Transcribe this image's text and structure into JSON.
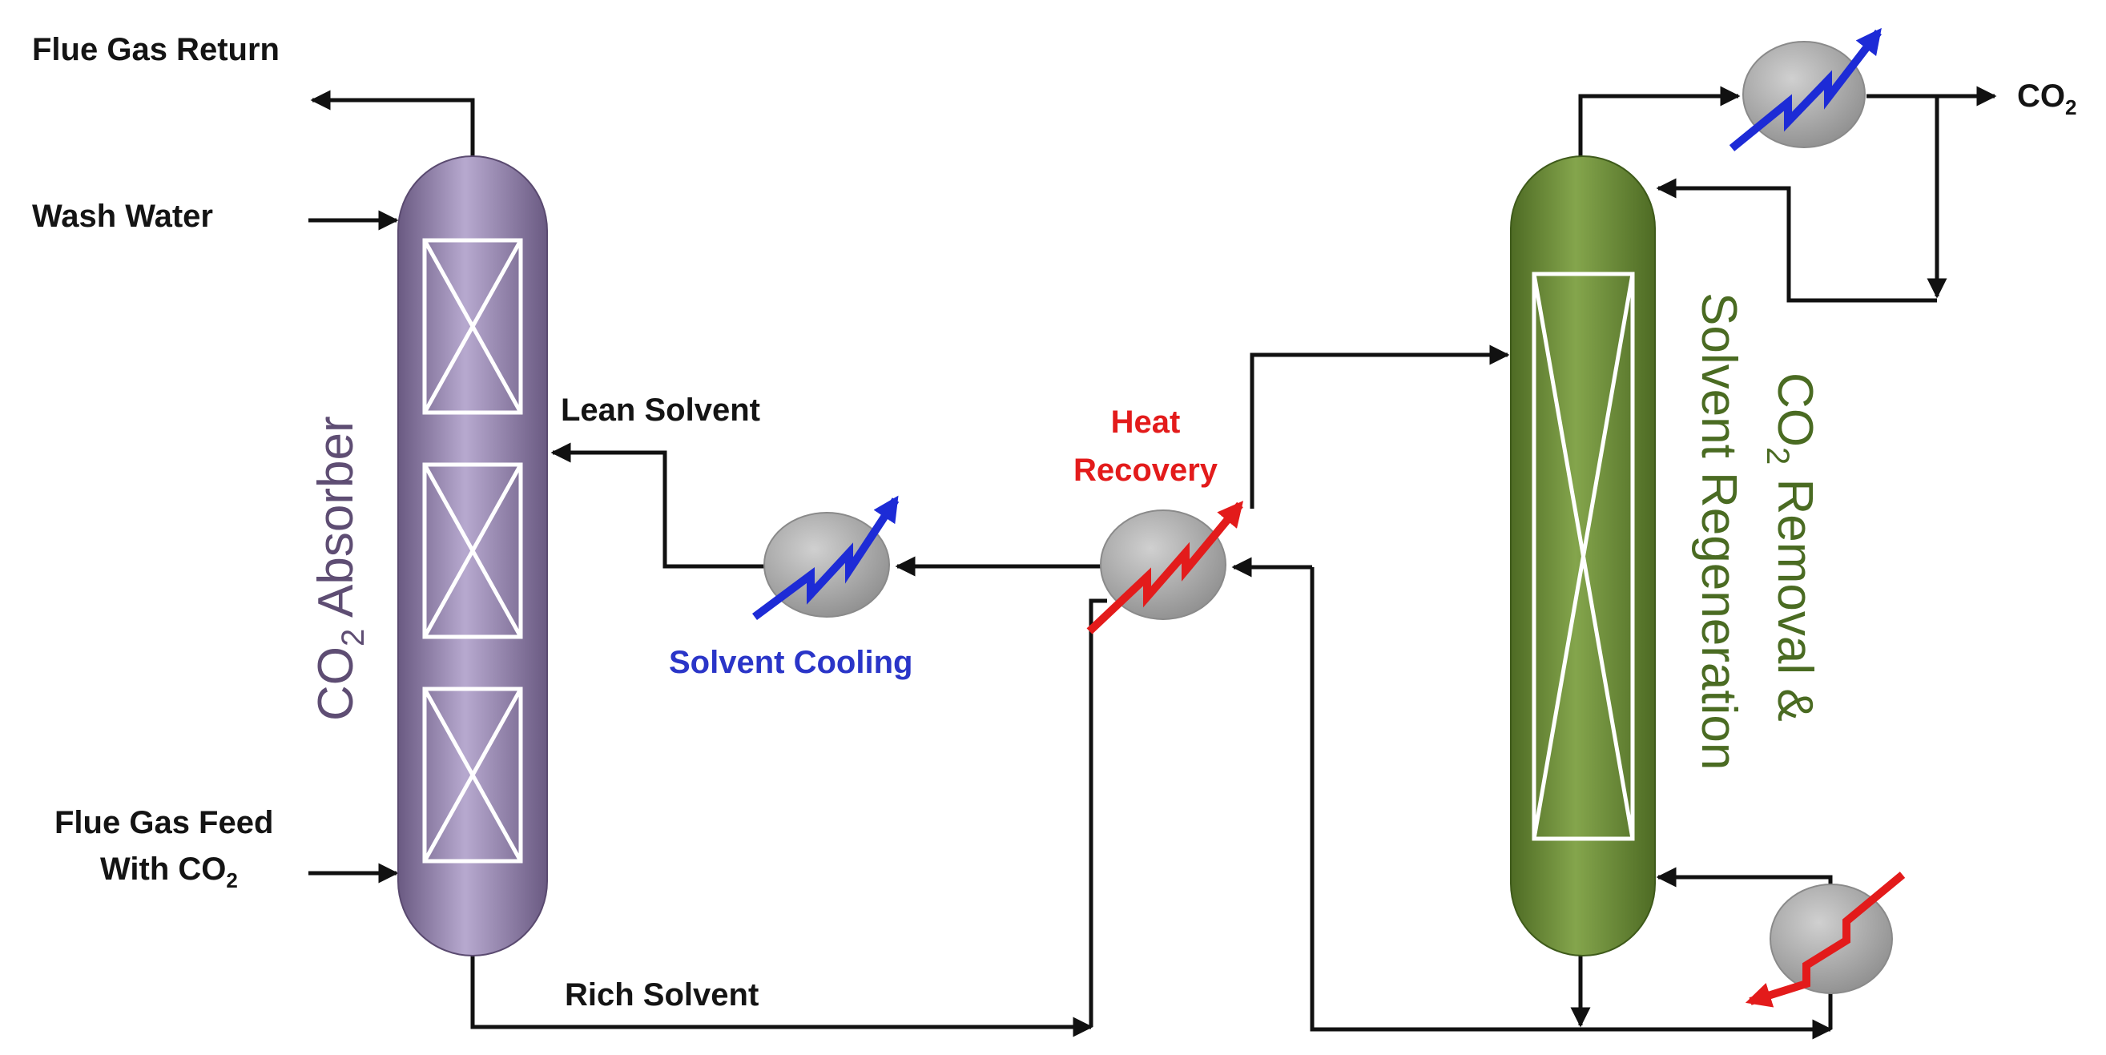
{
  "labels": {
    "flue_gas_return": "Flue Gas Return",
    "wash_water": "Wash Water",
    "flue_gas_feed_line1": "Flue Gas Feed",
    "flue_gas_feed_line2": "With CO",
    "flue_gas_feed_sub": "2",
    "lean_solvent": "Lean Solvent",
    "rich_solvent": "Rich Solvent",
    "solvent_cooling": "Solvent Cooling",
    "heat_recovery_line1": "Heat",
    "heat_recovery_line2": "Recovery",
    "co2_product": "CO",
    "co2_product_sub": "2"
  },
  "absorber": {
    "title_prefix": "CO",
    "title_sub": "2",
    "title_suffix": " Absorber"
  },
  "regenerator": {
    "title_line1_prefix": "CO",
    "title_line1_sub": "2",
    "title_line1_suffix": " Removal &",
    "title_line2": "Solvent Regeneration"
  },
  "colors": {
    "absorber_fill": "#a899c0",
    "regenerator_fill": "#6f8f3a",
    "exchanger_fill": "#a6a6a6",
    "cooling_arrow": "#1d2bd6",
    "heating_arrow": "#e31b1b"
  }
}
